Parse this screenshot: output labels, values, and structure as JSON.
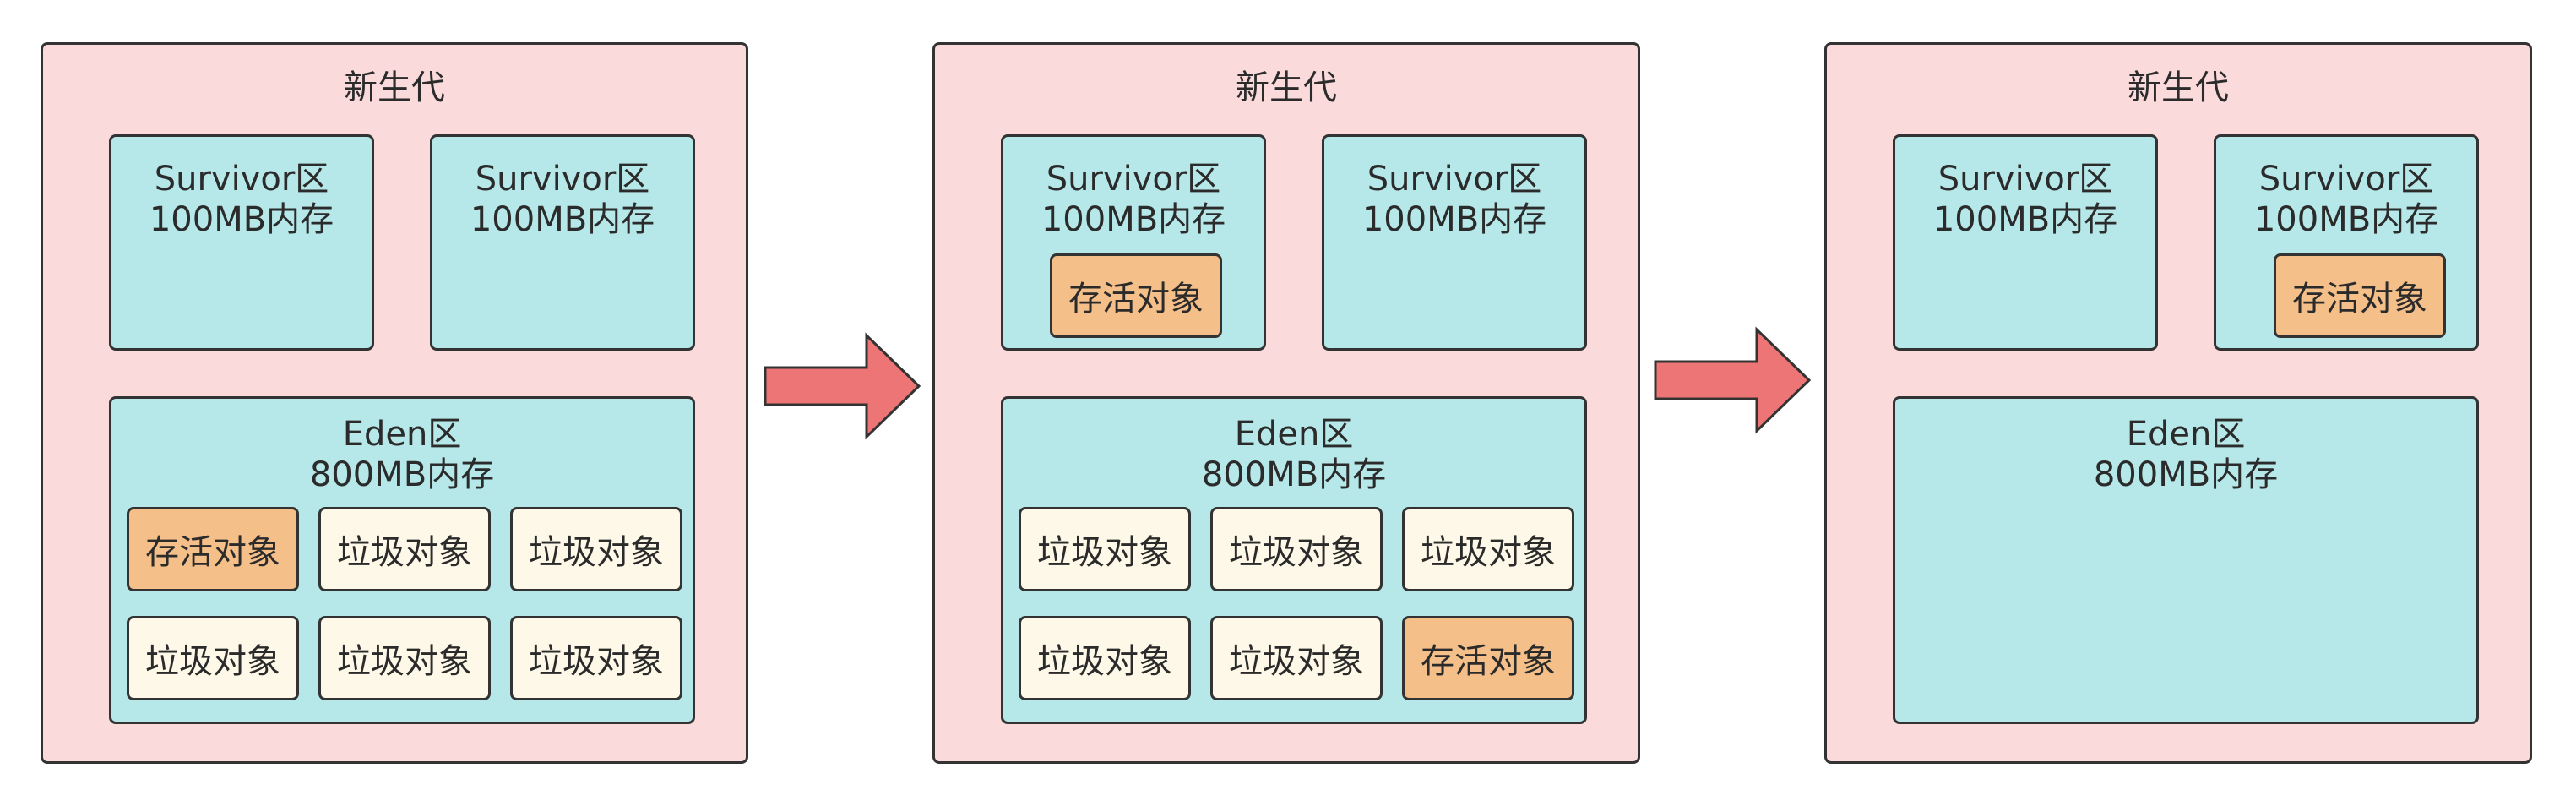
{
  "colors": {
    "panel_fill": "#fadadb",
    "region_fill": "#b6e8ea",
    "alive_fill": "#f4bf88",
    "garbage_fill": "#fdf8e7",
    "arrow_fill": "#ee7575",
    "border": "#333333"
  },
  "panels": [
    {
      "title": "新生代",
      "survivor_a": {
        "line1": "Survivor区",
        "line2": "100MB内存",
        "object": ""
      },
      "survivor_b": {
        "line1": "Survivor区",
        "line2": "100MB内存",
        "object": ""
      },
      "eden": {
        "line1": "Eden区",
        "line2": "800MB内存",
        "objects": [
          "存活对象",
          "垃圾对象",
          "垃圾对象",
          "垃圾对象",
          "垃圾对象",
          "垃圾对象"
        ]
      }
    },
    {
      "title": "新生代",
      "survivor_a": {
        "line1": "Survivor区",
        "line2": "100MB内存",
        "object": "存活对象"
      },
      "survivor_b": {
        "line1": "Survivor区",
        "line2": "100MB内存",
        "object": ""
      },
      "eden": {
        "line1": "Eden区",
        "line2": "800MB内存",
        "objects": [
          "垃圾对象",
          "垃圾对象",
          "垃圾对象",
          "垃圾对象",
          "垃圾对象",
          "存活对象"
        ]
      }
    },
    {
      "title": "新生代",
      "survivor_a": {
        "line1": "Survivor区",
        "line2": "100MB内存",
        "object": ""
      },
      "survivor_b": {
        "line1": "Survivor区",
        "line2": "100MB内存",
        "object": "存活对象"
      },
      "eden": {
        "line1": "Eden区",
        "line2": "800MB内存",
        "objects": []
      }
    }
  ],
  "icons": {
    "arrow": "right-arrow-icon"
  }
}
